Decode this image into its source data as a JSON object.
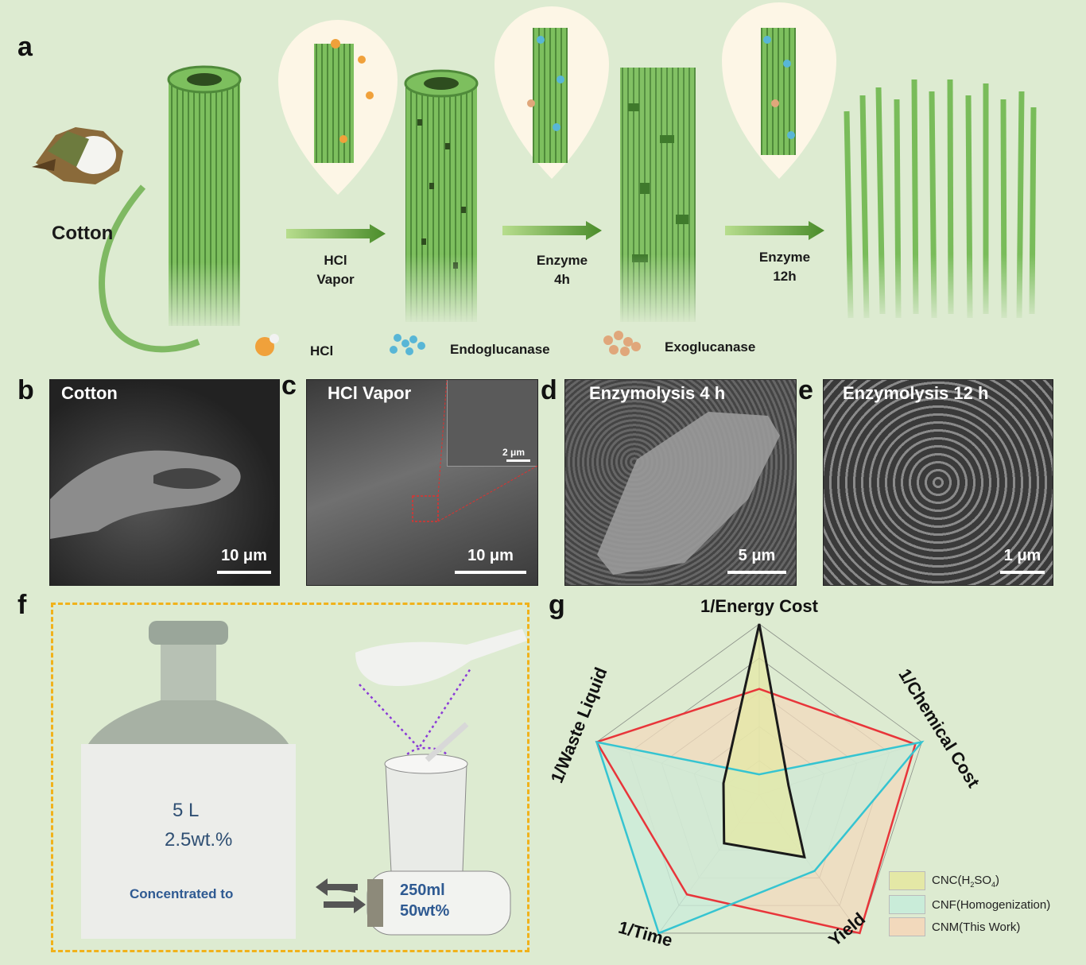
{
  "panels": {
    "a": {
      "letter": "a",
      "cotton_label": "Cotton",
      "steps": [
        {
          "line1": "HCl",
          "line2": "Vapor"
        },
        {
          "line1": "Enzyme",
          "line2": "4h"
        },
        {
          "line1": "Enzyme",
          "line2": "12h"
        }
      ],
      "legend": [
        {
          "label": "HCl",
          "icon": "hcl-molecule-icon"
        },
        {
          "label": "Endoglucanase",
          "icon": "endoglucanase-icon"
        },
        {
          "label": "Exoglucanase",
          "icon": "exoglucanase-icon"
        }
      ]
    },
    "b": {
      "letter": "b",
      "title": "Cotton",
      "scale": "10 μm"
    },
    "c": {
      "letter": "c",
      "title": "HCl Vapor",
      "scale": "10 μm",
      "inset_scale": "2 μm"
    },
    "d": {
      "letter": "d",
      "title": "Enzymolysis 4 h",
      "scale": "5 μm"
    },
    "e": {
      "letter": "e",
      "title": "Enzymolysis 12 h",
      "scale": "1 μm"
    },
    "f": {
      "letter": "f",
      "volume": "5 L",
      "concentration": "2.5wt.%",
      "concentrated_to": "Concentrated to",
      "final_volume": "250ml",
      "final_concentration": "50wt%"
    },
    "g": {
      "letter": "g"
    }
  },
  "chart_data": {
    "type": "radar",
    "axes": [
      "1/Energy Cost",
      "1/Chemical Cost",
      "Yield",
      "1/Time",
      "1/Waste Liquid"
    ],
    "rmax": 1,
    "rings": 5,
    "series": [
      {
        "name": "CNC(H₂SO₄)",
        "values": [
          1.0,
          0.18,
          0.45,
          0.35,
          0.22
        ],
        "color": "#1a1a1a",
        "fill": "#e4e8a6"
      },
      {
        "name": "CNF(Homogenization)",
        "values": [
          0.12,
          1.0,
          0.55,
          1.0,
          1.0
        ],
        "color": "#35c4d1",
        "fill": "#c9ecd9"
      },
      {
        "name": "CNM(This Work)",
        "values": [
          0.62,
          0.96,
          1.0,
          0.72,
          1.0
        ],
        "color": "#e8353a",
        "fill": "#f2d9bc"
      }
    ],
    "legend_labels": [
      "CNC(H",
      "2",
      "SO",
      "4",
      ")",
      "CNF(Homogenization)",
      "CNM(This Work)"
    ]
  }
}
